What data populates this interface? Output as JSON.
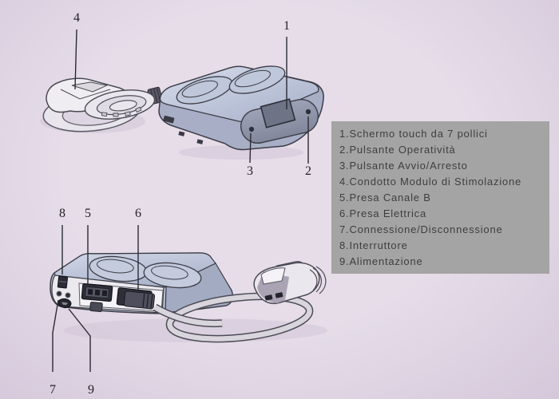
{
  "colors": {
    "bg": "#e6dde9",
    "bg_edge": "#d4c8da",
    "legend_bg": "#a4a4a4",
    "legend_text": "#3e3e3e",
    "callout_line": "#2b2b33",
    "callout_text": "#1f1f23",
    "device_top": "#cbd2e2",
    "device_front": "#8f94a8",
    "device_screen": "#6e7386",
    "panel_white": "#ebe9ee"
  },
  "callout_labels": [
    "1",
    "2",
    "3",
    "4",
    "5",
    "6",
    "7",
    "8",
    "9"
  ],
  "legend": {
    "items": [
      "1.Schermo touch da 7 pollici",
      "2.Pulsante Operatività",
      "3.Pulsante Avvio/Arresto",
      "4.Condotto Modulo di Stimolazione",
      "5.Presa Canale B",
      "6.Presa Elettrica",
      "7.Connessione/Disconnessione",
      "8.Interruttore",
      "9.Alimentazione"
    ]
  }
}
